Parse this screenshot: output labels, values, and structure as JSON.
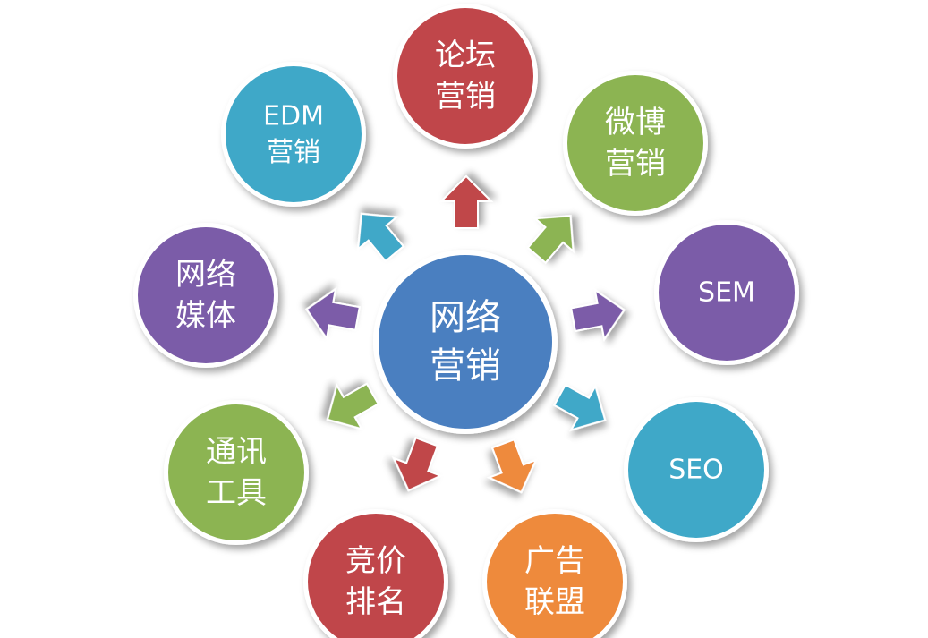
{
  "center": {
    "lines": [
      "网络",
      "营销"
    ],
    "color": "#4a7fc0"
  },
  "nodes": [
    {
      "id": "forum-marketing",
      "lines": [
        "论坛",
        "营销"
      ],
      "color": "#c0464a"
    },
    {
      "id": "weibo-marketing",
      "lines": [
        "微博",
        "营销"
      ],
      "color": "#8cb452"
    },
    {
      "id": "sem",
      "lines": [
        "SEM"
      ],
      "color": "#7b5ca8"
    },
    {
      "id": "seo",
      "lines": [
        "SEO"
      ],
      "color": "#3fa8c8"
    },
    {
      "id": "ad-alliance",
      "lines": [
        "广告",
        "联盟"
      ],
      "color": "#ee8a3c"
    },
    {
      "id": "bidding-ranking",
      "lines": [
        "竞价",
        "排名"
      ],
      "color": "#c0464a"
    },
    {
      "id": "im-tools",
      "lines": [
        "通讯",
        "工具"
      ],
      "color": "#8cb452"
    },
    {
      "id": "network-media",
      "lines": [
        "网络",
        "媒体"
      ],
      "color": "#7b5ca8"
    },
    {
      "id": "edm-marketing",
      "lines": [
        "EDM",
        "营销"
      ],
      "color": "#3fa8c8"
    }
  ]
}
